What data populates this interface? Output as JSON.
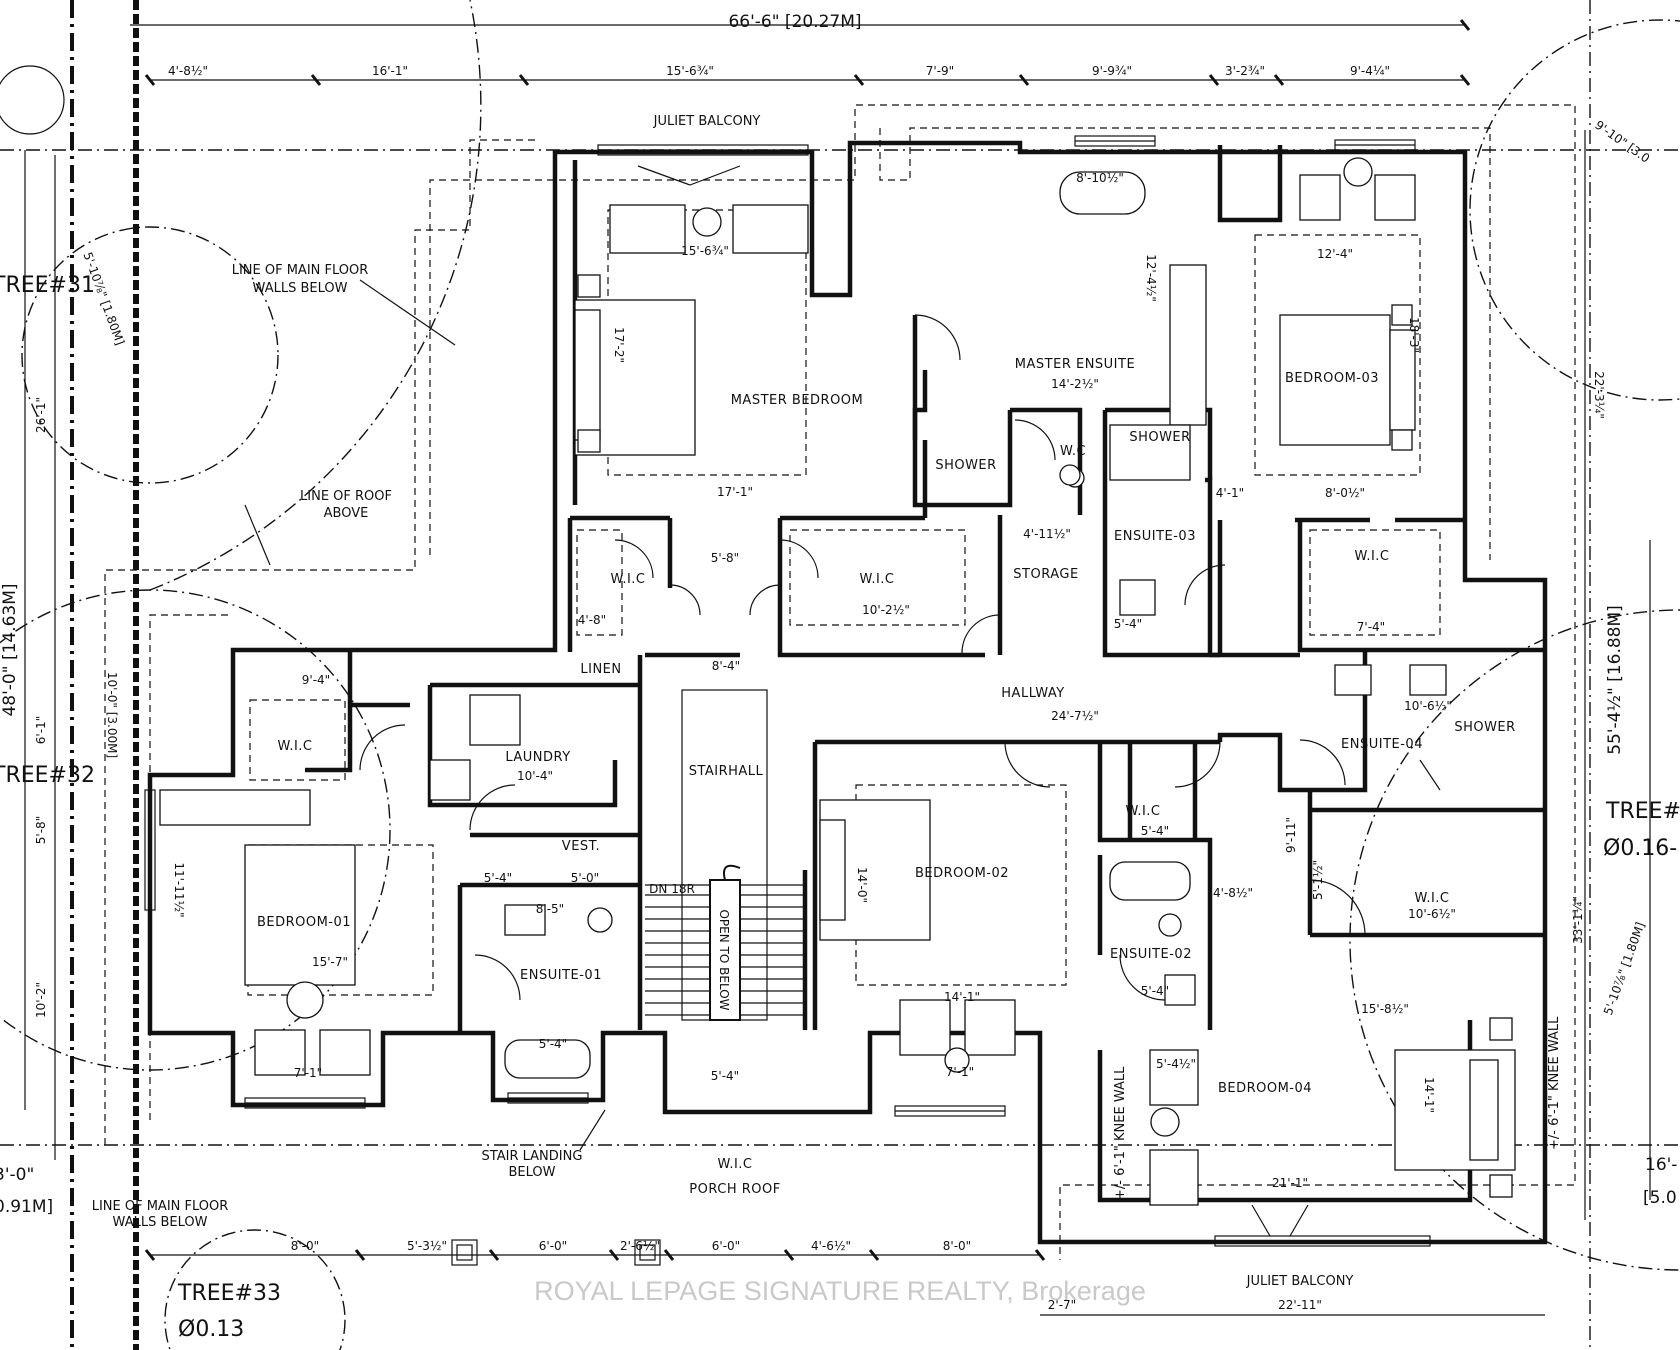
{
  "plan": {
    "overall_width": "66'-6\" [20.27M]",
    "watermark": "ROYAL LEPAGE SIGNATURE REALTY, Brokerage",
    "rooms": {
      "master_bedroom": "MASTER BEDROOM",
      "master_ensuite": "MASTER ENSUITE",
      "bedroom_03": "BEDROOM-03",
      "shower_a": "SHOWER",
      "shower_b": "SHOWER",
      "shower_c": "SHOWER",
      "wc": "W.C",
      "ensuite_03": "ENSUITE-03",
      "storage": "STORAGE",
      "wic_1": "W.I.C",
      "wic_2": "W.I.C",
      "wic_3": "W.I.C",
      "wic_4": "W.I.C",
      "wic_5": "W.I.C",
      "wic_6": "W.I.C",
      "linen": "LINEN",
      "laundry": "LAUNDRY",
      "stairhall": "STAIRHALL",
      "hallway": "HALLWAY",
      "ensuite_04": "ENSUITE-04",
      "vest": "VEST.",
      "bedroom_01": "BEDROOM-01",
      "bedroom_02": "BEDROOM-02",
      "ensuite_01": "ENSUITE-01",
      "ensuite_02": "ENSUITE-02",
      "bedroom_04": "BEDROOM-04",
      "porch_roof": "PORCH ROOF",
      "wic_porch": "W.I.C"
    },
    "notes": {
      "juliet_top": "JULIET BALCONY",
      "juliet_bottom": "JULIET BALCONY",
      "main_walls_1": "LINE OF MAIN FLOOR",
      "main_walls_2": "WALLS BELOW",
      "roof_1": "LINE OF ROOF",
      "roof_2": "ABOVE",
      "stair_1": "STAIR LANDING",
      "stair_2": "BELOW",
      "main_walls_b1": "LINE OF MAIN FLOOR",
      "main_walls_b2": "WALLS BELOW",
      "knee_left": "+/- 6'-1\" KNEE WALL",
      "knee_right": "+/- 6'-1\" KNEE WALL",
      "dn": "DN 18R",
      "open": "OPEN TO BELOW"
    },
    "trees": {
      "t31": "TREE#31",
      "t32": "TREE#32",
      "t33": "TREE#33",
      "t33_dia": "Ø0.13",
      "t_right": "TREE#",
      "t_right_dia": "Ø0.16-"
    },
    "dims": {
      "top_1": "4'-8½\"",
      "top_2": "16'-1\"",
      "top_3": "15'-6¾\"",
      "top_4": "7'-9\"",
      "top_5": "9'-9¾\"",
      "top_6": "3'-2¾\"",
      "top_7": "9'-4¼\"",
      "bot_1": "8'-0\"",
      "bot_2": "5'-3½\"",
      "bot_3": "6'-0\"",
      "bot_4": "2'-6½\"",
      "bot_5": "6'-0\"",
      "bot_6": "4'-6½\"",
      "bot_7": "8'-0\"",
      "bot_8": "2'-7\"",
      "bot_9": "22'-11\"",
      "left_1": "26'-1\"",
      "left_2": "48'-0\" [14.63M]",
      "left_3": "6'-1\"",
      "left_4": "5'-8\"",
      "left_5": "10'-2\"",
      "left_6": "3'-0\"",
      "left_7": "0.91M]",
      "left_8": "5'-10⅞\" [1.80M]",
      "left_9": "10'-0\" [3.00M]",
      "right_1": "22'-3¼\"",
      "right_2": "55'-4½\" [16.88M]",
      "right_3": "33'-1¼\"",
      "right_4": "5'-10⅞\" [1.80M]",
      "right_5": "16'-",
      "right_6": "[5.0",
      "right_7": "9'-10\" [3.0",
      "hall": "24'-7½\"",
      "mb_w": "15'-6¾\"",
      "mb_d": "17'-1\"",
      "mb_h": "17'-2\"",
      "b3_w": "12'-4\"",
      "b3_h": "18'-3\"",
      "b3_l": "4'-1\"",
      "b3_r": "8'-0½\"",
      "me_w": "14'-2½\"",
      "me_h": "12'-4½\"",
      "me_t": "8'-10½\"",
      "b4_w": "15'-8½\"",
      "b4_b": "21'-1\"",
      "b4_h": "14'-1\"",
      "b4_s": "5'-4½\"",
      "b2_w": "14'-1\"",
      "b2_h": "14'-0\"",
      "b2_b": "7'-1\"",
      "b1_w": "15'-7\"",
      "b1_h": "11'-11½\"",
      "b1_b": "7'-1\"",
      "e4_w": "10'-6½\"",
      "wic6_w": "10'-6½\"",
      "mid_1": "4'-8½\"",
      "mid_2": "9'-11\"",
      "mid_3": "5'-1½\"",
      "wic_w": "9'-4\"",
      "laundry_w": "10'-4\"",
      "stair_w": "8'-4\"",
      "wic2_w": "10'-2½\"",
      "stor_w": "4'-11½\"",
      "vest_l": "5'-4\"",
      "vest_r": "5'-0\"",
      "e1_w": "8'-5\"",
      "e1_b": "5'-4\"",
      "porch_w": "5'-4\"",
      "e2_b": "5'-4\"",
      "wic5_w": "5'-4\"",
      "e3_w": "5'-4\"",
      "wic1_w": "4'-8\"",
      "wic4_w": "7'-4\"",
      "doors_w": "5'-8\""
    }
  }
}
